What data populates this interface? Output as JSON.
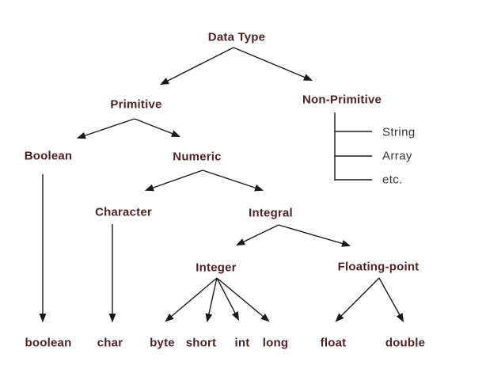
{
  "diagram": {
    "nodes": {
      "data_type": "Data Type",
      "primitive": "Primitive",
      "non_primitive": "Non-Primitive",
      "boolean_category": "Boolean",
      "numeric": "Numeric",
      "string": "String",
      "array": "Array",
      "etc": "etc.",
      "character": "Character",
      "integral": "Integral",
      "integer": "Integer",
      "floating_point": "Floating-point",
      "boolean_type": "boolean",
      "char_type": "char",
      "byte_type": "byte",
      "short_type": "short",
      "int_type": "int",
      "long_type": "long",
      "float_type": "float",
      "double_type": "double"
    },
    "colors": {
      "category_label_text": "#4e2323",
      "non_primitive_item_text": "#333333",
      "line": "#1a1a1a",
      "background": "#ffffff"
    }
  }
}
